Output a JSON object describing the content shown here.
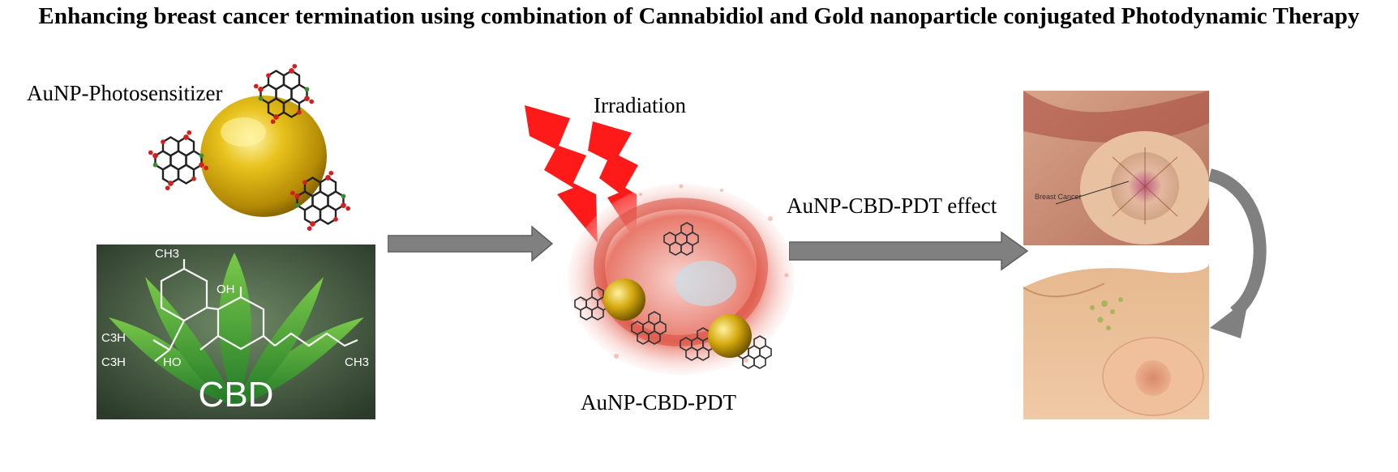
{
  "title": "Enhancing breast cancer termination using combination of Cannabidiol and Gold nanoparticle conjugated Photodynamic Therapy",
  "labels": {
    "photosensitizer": "AuNP-Photosensitizer",
    "irradiation": "Irradiation",
    "combo": "AuNP-CBD-PDT",
    "effect": "AuNP-CBD-PDT effect"
  },
  "cbd_panel": {
    "big_label": "CBD",
    "formula_ch3_top": "CH3",
    "formula_oh": "OH",
    "formula_c3h_1": "C3H",
    "formula_c3h_2": "C3H",
    "formula_ho": "HO",
    "formula_ch3_right": "CH3"
  },
  "breast_panel": {
    "annotation": "Breast Cancer"
  },
  "colors": {
    "arrow": "#808080",
    "lightning": "#ff1a1a",
    "gold": "#d4a90f",
    "leaf": "#3fa535"
  }
}
